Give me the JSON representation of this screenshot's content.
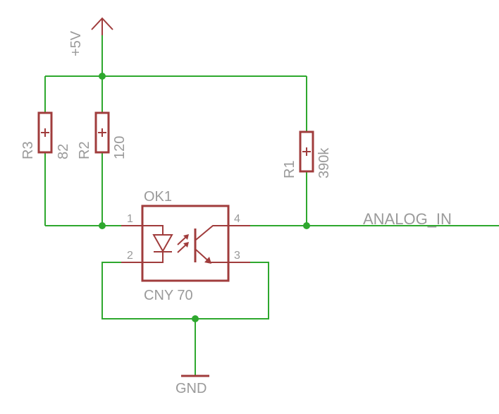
{
  "colors": {
    "wire": "#2ea82e",
    "symbol": "#a03c3c",
    "label": "#9a9a9a"
  },
  "supply": {
    "label": "+5V"
  },
  "ground": {
    "label": "GND"
  },
  "resistors": [
    {
      "ref": "R3",
      "value": "82"
    },
    {
      "ref": "R2",
      "value": "120"
    },
    {
      "ref": "R1",
      "value": "390k"
    }
  ],
  "optocoupler": {
    "ref": "OK1",
    "part": "CNY 70",
    "pins": [
      "1",
      "2",
      "3",
      "4"
    ]
  },
  "net_label": "ANALOG_IN"
}
